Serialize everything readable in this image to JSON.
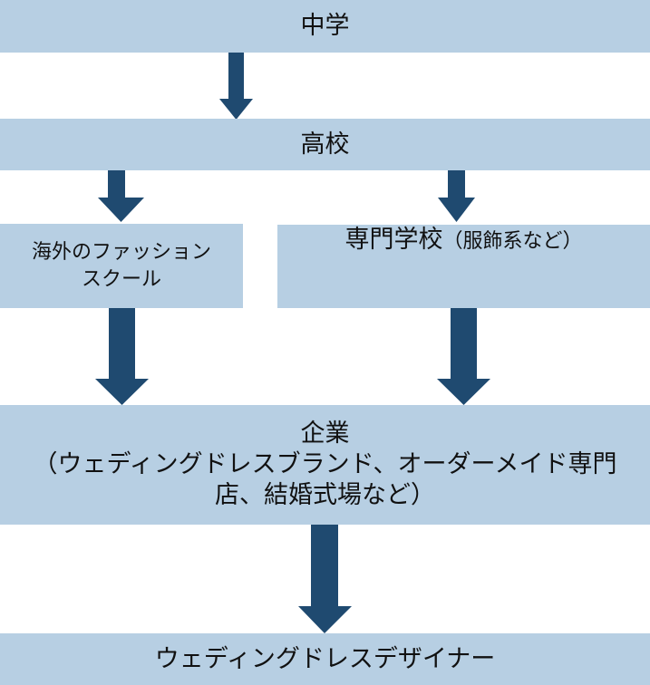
{
  "diagram": {
    "title": "Career path to wedding dress designer",
    "colors": {
      "box_fill": "#b7cfe3",
      "arrow_fill": "#1f4a70",
      "text": "#111111"
    },
    "nodes": {
      "junior_high": {
        "label": "中学"
      },
      "high_school": {
        "label": "高校"
      },
      "overseas_school": {
        "lines": [
          "海外のファッション",
          "スクール"
        ]
      },
      "vocational_school": {
        "label": "専門学校",
        "note": "（服飾系など）"
      },
      "company": {
        "label": "企業",
        "lines": [
          "（ウェディングドレスブランド、オーダーメイド専門",
          "店、結婚式場など）"
        ]
      },
      "designer": {
        "label": "ウェディングドレスデザイナー"
      }
    },
    "edges": [
      {
        "from": "junior_high",
        "to": "high_school"
      },
      {
        "from": "high_school",
        "to": "overseas_school"
      },
      {
        "from": "high_school",
        "to": "vocational_school"
      },
      {
        "from": "overseas_school",
        "to": "company"
      },
      {
        "from": "vocational_school",
        "to": "company"
      },
      {
        "from": "company",
        "to": "designer"
      }
    ]
  }
}
